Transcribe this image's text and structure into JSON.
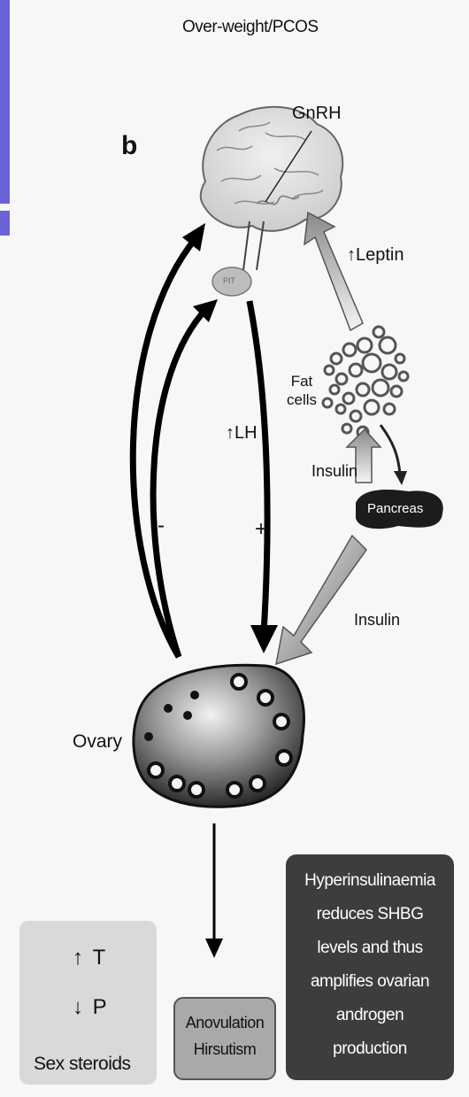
{
  "header": {
    "title": "Over-weight/PCOS"
  },
  "panel_letter": "b",
  "labels": {
    "gnrh": "GnRH",
    "pit": "PIT",
    "leptin_arrow": "↑",
    "leptin": "Leptin",
    "fat_cells_1": "Fat",
    "fat_cells_2": "cells",
    "lh_arrow": "↑",
    "lh": "LH",
    "insulin_upper": "Insulin",
    "pancreas": "Pancreas",
    "insulin_lower": "Insulin",
    "minus": "-",
    "plus": "+",
    "ovary": "Ovary"
  },
  "sex_steroids": {
    "t_arrow": "↑",
    "t": "T",
    "p_arrow": "↓",
    "p": "P",
    "caption": "Sex steroids"
  },
  "anovulation": {
    "line1": "Anovulation",
    "line2": "Hirsutism"
  },
  "hyperinsulinaemia": {
    "lines": [
      "Hyperinsulinaemia",
      "reduces SHBG",
      "levels and thus",
      "amplifies ovarian",
      "androgen",
      "production"
    ]
  },
  "colors": {
    "box_gray": "#d9d9d9",
    "box_mid": "#a9a9a9",
    "box_dark": "#3d3d3d",
    "accent_bar": "#6a63d6"
  }
}
